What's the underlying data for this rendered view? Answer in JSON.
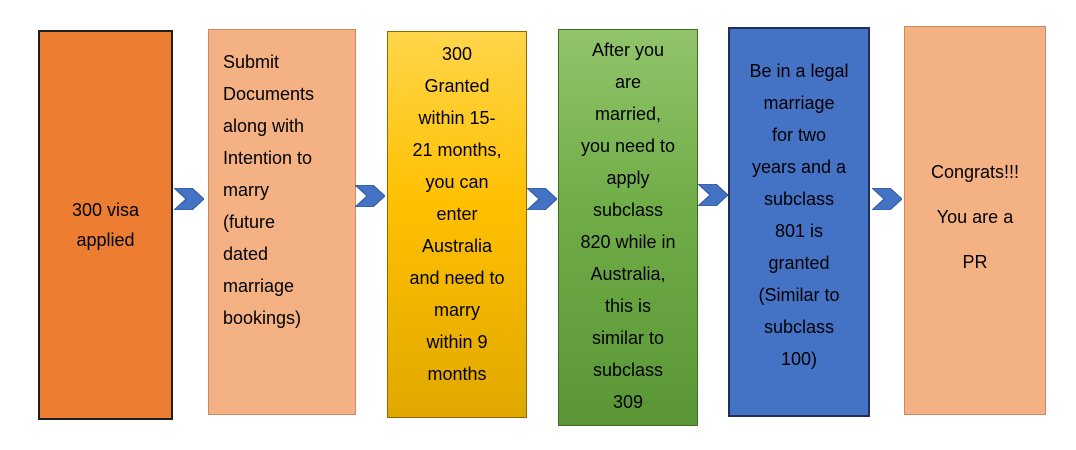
{
  "flow": {
    "steps": [
      {
        "lines": [
          "300 visa",
          "applied"
        ]
      },
      {
        "lines": [
          "Submit",
          "Documents",
          "along with",
          "Intention to",
          "marry",
          "(future",
          "dated",
          "marriage",
          "bookings)"
        ]
      },
      {
        "lines": [
          "300",
          "Granted",
          "within 15-",
          "21 months,",
          "you can",
          "enter",
          "Australia",
          "and need to",
          "marry",
          "within 9",
          "months"
        ]
      },
      {
        "lines": [
          "After you",
          "are",
          "married,",
          "you need to",
          "apply",
          "subclass",
          "820 while in",
          "Australia,",
          "this is",
          "similar to",
          "subclass",
          "309"
        ]
      },
      {
        "lines": [
          "Be in a legal",
          "marriage",
          "for two",
          "years and a",
          "subclass",
          "801 is",
          "granted",
          "(Similar to",
          "subclass",
          "100)"
        ]
      },
      {
        "lines": [
          "Congrats!!!",
          "You are a",
          "PR"
        ]
      }
    ],
    "colors": {
      "step1": "#ED7D31",
      "step2": "#F4B183",
      "step3": "#FFC000",
      "step4": "#70AD47",
      "step5": "#4472C4",
      "step6": "#F4B183",
      "arrow": "#4472C4"
    },
    "arrow_icon": "chevron-right-arrow"
  }
}
